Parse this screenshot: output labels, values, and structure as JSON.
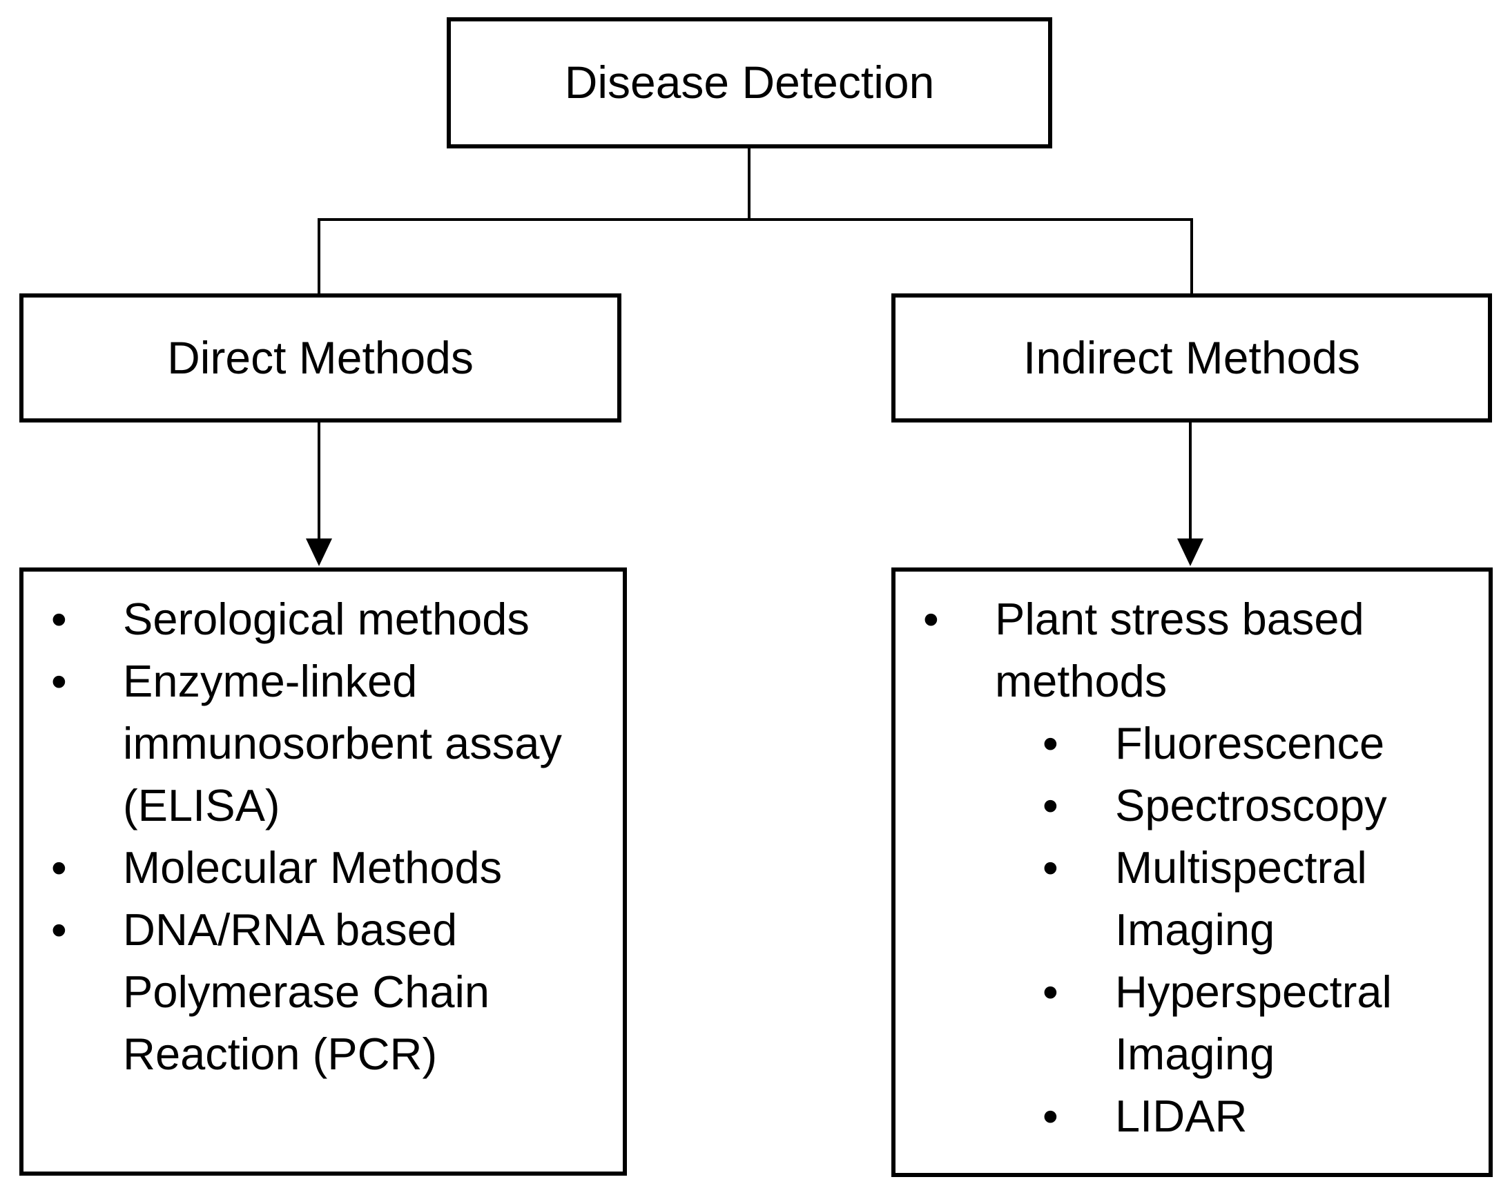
{
  "diagram": {
    "title": "Disease Detection",
    "bullet_glyph": "•",
    "colors": {
      "border": "#000000",
      "text": "#000000",
      "background": "#ffffff",
      "connector": "#000000"
    },
    "branches": [
      {
        "header": "Direct Methods",
        "items": [
          {
            "text": "Serological methods",
            "level": 1
          },
          {
            "text": "Enzyme-linked immunosorbent assay (ELISA)",
            "level": 1
          },
          {
            "text": "Molecular Methods",
            "level": 1
          },
          {
            "text": "DNA/RNA based Polymerase Chain Reaction (PCR)",
            "level": 1
          }
        ]
      },
      {
        "header": "Indirect Methods",
        "items": [
          {
            "text": "Plant stress based methods",
            "level": 1
          },
          {
            "text": "Fluorescence",
            "level": 2
          },
          {
            "text": "Spectroscopy",
            "level": 2
          },
          {
            "text": "Multispectral Imaging",
            "level": 2
          },
          {
            "text": "Hyperspectral Imaging",
            "level": 2
          },
          {
            "text": "LIDAR",
            "level": 2
          }
        ]
      }
    ]
  }
}
